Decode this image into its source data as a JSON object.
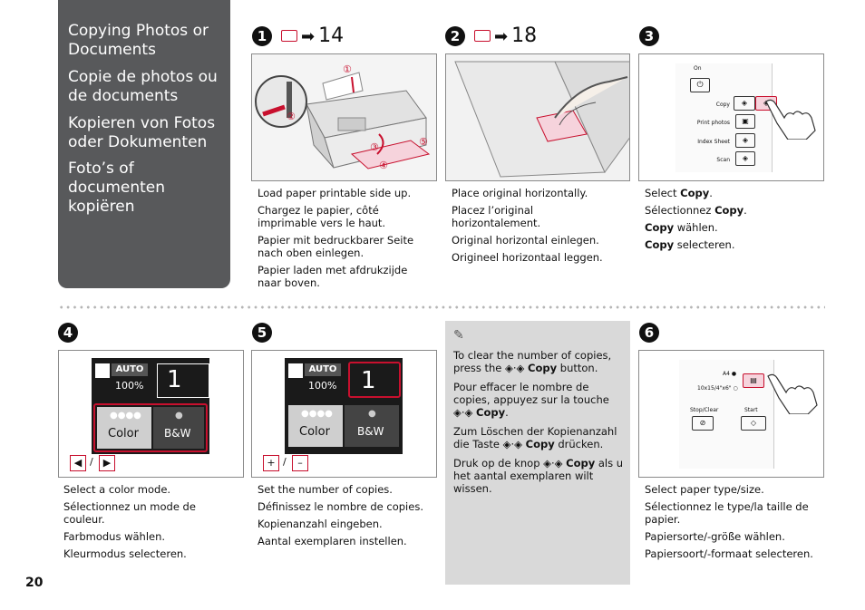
{
  "sidebar": {
    "titles": [
      "Copying Photos or Documents",
      "Copie de photos ou de documents",
      "Kopieren von Fotos oder Dokumenten",
      "Foto’s of documenten kopiëren"
    ]
  },
  "steps": {
    "s1": {
      "num": "1",
      "ref": "14",
      "text": [
        "Load paper printable side up.",
        "Chargez le papier, côté imprimable vers le haut.",
        "Papier mit bedruckbarer Seite nach oben einlegen.",
        "Papier laden met afdrukzijde naar boven."
      ],
      "callouts": [
        "①",
        "②",
        "③",
        "④",
        "⑤"
      ]
    },
    "s2": {
      "num": "2",
      "ref": "18",
      "text": [
        "Place original horizontally.",
        "Placez l’original horizontalement.",
        "Original horizontal einlegen.",
        "Origineel horizontaal leggen."
      ]
    },
    "s3": {
      "num": "3",
      "panel": {
        "on": "On",
        "copy": "Copy",
        "print_photos": "Print photos",
        "index_sheet": "Index Sheet",
        "scan": "Scan"
      },
      "text": [
        {
          "pre": "Select ",
          "b": "Copy",
          "post": "."
        },
        {
          "pre": "Sélectionnez ",
          "b": "Copy",
          "post": "."
        },
        {
          "pre": "",
          "b": "Copy",
          "post": " wählen."
        },
        {
          "pre": "",
          "b": "Copy",
          "post": " selecteren."
        }
      ]
    },
    "s4": {
      "num": "4",
      "text": [
        "Select a color mode.",
        "Sélectionnez un mode de couleur.",
        "Farbmodus wählen.",
        "Kleurmodus selecteren."
      ],
      "sep": "/"
    },
    "s5": {
      "num": "5",
      "text": [
        "Set the number of copies.",
        "Définissez le nombre de copies.",
        "Kopienanzahl eingeben.",
        "Aantal exemplaren instellen."
      ],
      "plus": "+",
      "minus": "–",
      "sep": "/"
    },
    "s6": {
      "num": "6",
      "panel": {
        "a4": "A4",
        "size": "10x15/4\"x6\"",
        "stop": "Stop/Clear",
        "start": "Start"
      },
      "text": [
        "Select paper type/size.",
        "Sélectionnez le type/la taille de papier.",
        "Papiersorte/-größe wählen.",
        "Papiersoort/-formaat selecteren."
      ]
    }
  },
  "lcd": {
    "auto": "AUTO",
    "zoom": "100%",
    "count": "1",
    "color": "Color",
    "bw": "B&W"
  },
  "note": {
    "items": [
      {
        "pre": "To clear the number of copies, press the ",
        "b": "Copy",
        "post": " button."
      },
      {
        "pre": "Pour effacer le nombre de copies, appuyez sur la touche ",
        "b": "Copy",
        "post": "."
      },
      {
        "pre": "Zum Löschen der Kopienanzahl die Taste ",
        "b": "Copy",
        "post": " drücken."
      },
      {
        "pre": "Druk op de knop ",
        "b": "Copy",
        "post": " als u het aantal exemplaren wilt wissen."
      }
    ]
  },
  "page_number": "20",
  "colors": {
    "accent": "#c8102e",
    "sidebar": "#58595b",
    "note_bg": "#d9d9d9"
  }
}
